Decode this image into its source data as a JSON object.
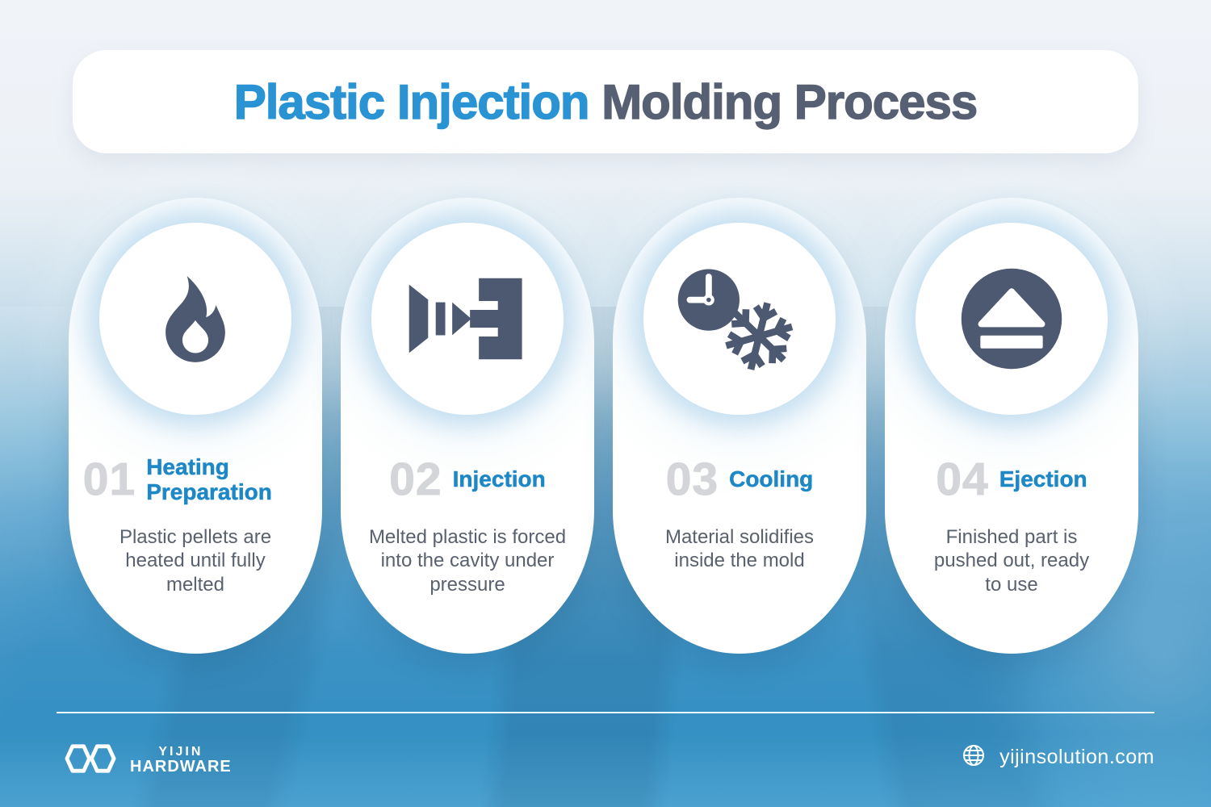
{
  "title": {
    "highlight": "Plastic Injection",
    "rest": "Molding Process"
  },
  "steps": [
    {
      "number": "01",
      "title": "Heating Preparation",
      "description": "Plastic pellets are heated until fully melted",
      "icon": "flame-icon"
    },
    {
      "number": "02",
      "title": "Injection",
      "description": "Melted plastic is forced into the cavity under pressure",
      "icon": "injection-nozzle-mold-icon"
    },
    {
      "number": "03",
      "title": "Cooling",
      "description": "Material solidifies inside the mold",
      "icon": "clock-snowflake-icon"
    },
    {
      "number": "04",
      "title": "Ejection",
      "description": "Finished part is pushed out, ready to use",
      "icon": "eject-icon"
    }
  ],
  "footer": {
    "brand_line1": "YIJIN",
    "brand_line2": "HARDWARE",
    "website": "yijinsolution.com"
  },
  "colors": {
    "accent_blue": "#2a93d4",
    "step_title_blue": "#1e88c7",
    "heading_dark": "#576072",
    "number_gray": "#d3d5d9",
    "description_gray": "#59616f",
    "icon_slate": "#4d5970",
    "footer_blue": "#3590c3",
    "card_white": "#ffffff"
  }
}
